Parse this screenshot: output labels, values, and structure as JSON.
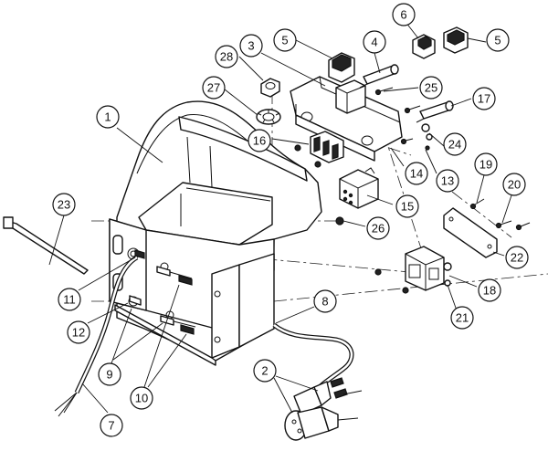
{
  "callouts": [
    {
      "id": "c1",
      "label": "1"
    },
    {
      "id": "c2",
      "label": "2"
    },
    {
      "id": "c3",
      "label": "3"
    },
    {
      "id": "c4",
      "label": "4"
    },
    {
      "id": "c5a",
      "label": "5"
    },
    {
      "id": "c5b",
      "label": "5"
    },
    {
      "id": "c6",
      "label": "6"
    },
    {
      "id": "c7",
      "label": "7"
    },
    {
      "id": "c8",
      "label": "8"
    },
    {
      "id": "c9",
      "label": "9"
    },
    {
      "id": "c10",
      "label": "10"
    },
    {
      "id": "c11",
      "label": "11"
    },
    {
      "id": "c12",
      "label": "12"
    },
    {
      "id": "c13",
      "label": "13"
    },
    {
      "id": "c14",
      "label": "14"
    },
    {
      "id": "c15",
      "label": "15"
    },
    {
      "id": "c16",
      "label": "16"
    },
    {
      "id": "c17",
      "label": "17"
    },
    {
      "id": "c18",
      "label": "18"
    },
    {
      "id": "c19",
      "label": "19"
    },
    {
      "id": "c20",
      "label": "20"
    },
    {
      "id": "c21",
      "label": "21"
    },
    {
      "id": "c22",
      "label": "22"
    },
    {
      "id": "c23",
      "label": "23"
    },
    {
      "id": "c24",
      "label": "24"
    },
    {
      "id": "c25",
      "label": "25"
    },
    {
      "id": "c26",
      "label": "26"
    },
    {
      "id": "c27",
      "label": "27"
    },
    {
      "id": "c28",
      "label": "28"
    }
  ]
}
